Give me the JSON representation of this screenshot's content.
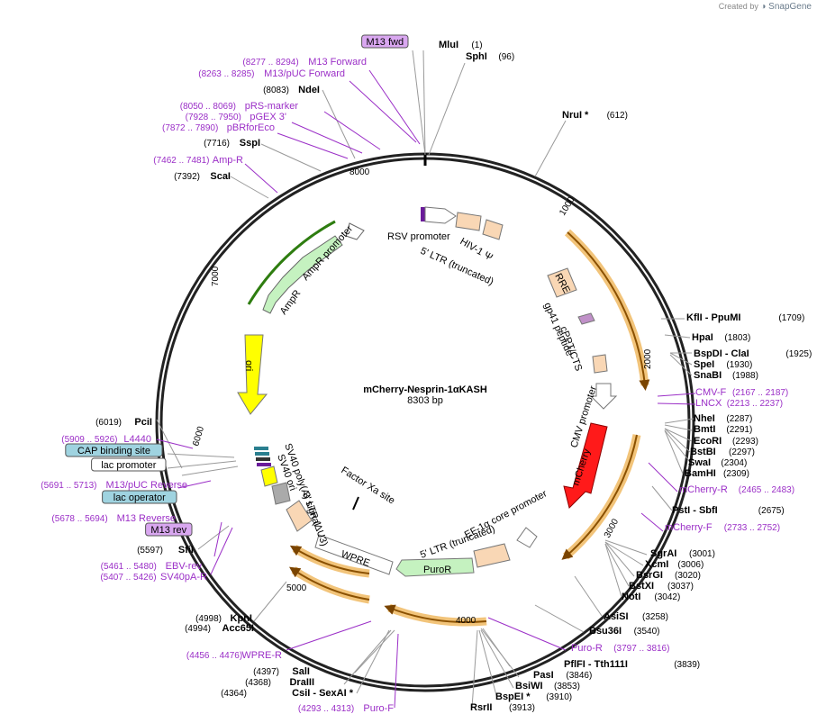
{
  "watermark": {
    "prefix": "Created by",
    "brand": "SnapGene"
  },
  "plasmid": {
    "name": "mCherry-Nesprin-1αKASH",
    "size": "8303 bp"
  },
  "ticks": [
    "1000",
    "2000",
    "3000",
    "4000",
    "5000",
    "6000",
    "7000",
    "8000"
  ],
  "features": [
    {
      "id": "rsv",
      "label": "RSV promoter"
    },
    {
      "id": "ltr5",
      "label": "5' LTR (truncated)"
    },
    {
      "id": "hiv",
      "label": "HIV-1 Ψ"
    },
    {
      "id": "rre",
      "label": "RRE"
    },
    {
      "id": "gp41",
      "label": "gp41 peptide"
    },
    {
      "id": "cppt",
      "label": "cPPT/CTS"
    },
    {
      "id": "cmv",
      "label": "CMV promoter"
    },
    {
      "id": "mcherry",
      "label": "mCherry"
    },
    {
      "id": "ef1a",
      "label": "EF-1α core promoter"
    },
    {
      "id": "ltr5b",
      "label": "5' LTR (truncated)"
    },
    {
      "id": "puror",
      "label": "PuroR"
    },
    {
      "id": "wpre",
      "label": "WPRE"
    },
    {
      "id": "ltr3",
      "label": "3' LTR (ΔU3)"
    },
    {
      "id": "sv40pa",
      "label": "SV40 poly(A) signal"
    },
    {
      "id": "sv40ori",
      "label": "SV40 ori"
    },
    {
      "id": "factorxa",
      "label": "Factor Xa site"
    },
    {
      "id": "ori",
      "label": "ori"
    },
    {
      "id": "ampr",
      "label": "AmpR"
    },
    {
      "id": "ampprom",
      "label": "AmpR promoter"
    }
  ],
  "left_labels": [
    {
      "kind": "boxpurple",
      "name": "M13 fwd"
    },
    {
      "kind": "primer",
      "pos": "(8277 .. 8294)",
      "name": "M13 Forward"
    },
    {
      "kind": "primer",
      "pos": "(8263 .. 8285)",
      "name": "M13/pUC Forward"
    },
    {
      "kind": "site",
      "pos": "(8083)",
      "name": "NdeI"
    },
    {
      "kind": "primer",
      "pos": "(8050 .. 8069)",
      "name": "pRS-marker"
    },
    {
      "kind": "primer",
      "pos": "(7928 .. 7950)",
      "name": "pGEX 3'"
    },
    {
      "kind": "primer",
      "pos": "(7872 .. 7890)",
      "name": "pBRforEco"
    },
    {
      "kind": "site",
      "pos": "(7716)",
      "name": "SspI"
    },
    {
      "kind": "primer",
      "pos": "(7462 .. 7481)",
      "name": "Amp-R"
    },
    {
      "kind": "site",
      "pos": "(7392)",
      "name": "ScaI"
    },
    {
      "kind": "site",
      "pos": "(6019)",
      "name": "PciI"
    },
    {
      "kind": "primer",
      "pos": "(5909 .. 5926)",
      "name": "L4440"
    },
    {
      "kind": "boxteal",
      "name": "CAP binding site"
    },
    {
      "kind": "boxwhite",
      "name": "lac promoter"
    },
    {
      "kind": "primer",
      "pos": "(5691 .. 5713)",
      "name": "M13/pUC Reverse"
    },
    {
      "kind": "boxteal",
      "name": "lac operator"
    },
    {
      "kind": "primer",
      "pos": "(5678 .. 5694)",
      "name": "M13 Reverse"
    },
    {
      "kind": "boxpurple",
      "name": "M13 rev"
    },
    {
      "kind": "site",
      "pos": "(5597)",
      "name": "SfiI"
    },
    {
      "kind": "primer",
      "pos": "(5461 .. 5480)",
      "name": "EBV-rev"
    },
    {
      "kind": "primer",
      "pos": "(5407 .. 5426)",
      "name": "SV40pA-R"
    },
    {
      "kind": "site",
      "pos": "(4998)",
      "name": "KpnI"
    },
    {
      "kind": "site",
      "pos": "(4994)",
      "name": "Acc65I"
    },
    {
      "kind": "primer",
      "pos": "(4456 .. 4476)",
      "name": "WPRE-R"
    },
    {
      "kind": "site",
      "pos": "(4397)",
      "name": "SalI"
    },
    {
      "kind": "site",
      "pos": "(4368)",
      "name": "DraIII"
    },
    {
      "kind": "site",
      "pos": "(4364)",
      "name": "CsiI  -  SexAI *"
    },
    {
      "kind": "primer",
      "pos": "(4293 .. 4313)",
      "name": "Puro-F"
    }
  ],
  "right_labels": [
    {
      "kind": "site",
      "name": "MluI",
      "pos": "(1)"
    },
    {
      "kind": "site",
      "name": "SphI",
      "pos": "(96)"
    },
    {
      "kind": "site",
      "name": "NruI *",
      "pos": "(612)"
    },
    {
      "kind": "site",
      "name": "KflI  -  PpuMI",
      "pos": "(1709)"
    },
    {
      "kind": "site",
      "name": "HpaI",
      "pos": "(1803)"
    },
    {
      "kind": "site",
      "name": "BspDI  -  ClaI",
      "pos": "(1925)"
    },
    {
      "kind": "site",
      "name": "SpeI",
      "pos": "(1930)"
    },
    {
      "kind": "site",
      "name": "SnaBI",
      "pos": "(1988)"
    },
    {
      "kind": "primer",
      "name": "CMV-F",
      "pos": "(2167 .. 2187)"
    },
    {
      "kind": "primer",
      "name": "LNCX",
      "pos": "(2213 .. 2237)"
    },
    {
      "kind": "site",
      "name": "NheI",
      "pos": "(2287)"
    },
    {
      "kind": "site",
      "name": "BmtI",
      "pos": "(2291)"
    },
    {
      "kind": "site",
      "name": "EcoRI",
      "pos": "(2293)"
    },
    {
      "kind": "site",
      "name": "BstBI",
      "pos": "(2297)"
    },
    {
      "kind": "site",
      "name": "SwaI",
      "pos": "(2304)"
    },
    {
      "kind": "site",
      "name": "BamHI",
      "pos": "(2309)"
    },
    {
      "kind": "primer",
      "name": "mCherry-R",
      "pos": "(2465 .. 2483)"
    },
    {
      "kind": "site",
      "name": "PstI  -  SbfI",
      "pos": "(2675)"
    },
    {
      "kind": "primer",
      "name": "mCherry-F",
      "pos": "(2733 .. 2752)"
    },
    {
      "kind": "site",
      "name": "SgrAI",
      "pos": "(3001)"
    },
    {
      "kind": "site",
      "name": "XcmI",
      "pos": "(3006)"
    },
    {
      "kind": "site",
      "name": "BsrGI",
      "pos": "(3020)"
    },
    {
      "kind": "site",
      "name": "BstXI",
      "pos": "(3037)"
    },
    {
      "kind": "site",
      "name": "NotI",
      "pos": "(3042)"
    },
    {
      "kind": "site",
      "name": "AsiSI",
      "pos": "(3258)"
    },
    {
      "kind": "site",
      "name": "Bsu36I",
      "pos": "(3540)"
    },
    {
      "kind": "primer",
      "name": "Puro-R",
      "pos": "(3797 .. 3816)"
    },
    {
      "kind": "site",
      "name": "PflFI  -  Tth111I",
      "pos": "(3839)"
    },
    {
      "kind": "site",
      "name": "PasI",
      "pos": "(3846)"
    },
    {
      "kind": "site",
      "name": "BsiWI",
      "pos": "(3853)"
    },
    {
      "kind": "site",
      "name": "BspEI *",
      "pos": "(3910)"
    },
    {
      "kind": "site",
      "name": "RsrII",
      "pos": "(3913)"
    }
  ],
  "colors": {
    "primer": "#9b2fc7",
    "orange_arc": "#f2c47a",
    "orange_core": "#b86b00",
    "mcherry": "#ff1a1a",
    "ori": "#ffff00",
    "ampr": "#c5f2c0",
    "peach": "#f9d7b5",
    "teal_box": "#9fd3e0",
    "purple_box": "#d9a7f0"
  }
}
